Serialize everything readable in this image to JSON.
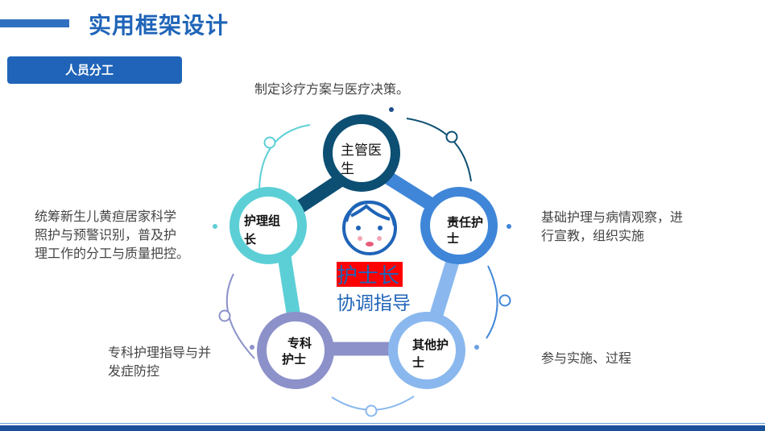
{
  "header": {
    "title": "实用框架设计"
  },
  "section": {
    "tab_label": "人员分工"
  },
  "center": {
    "title": "护士长",
    "subtitle": "协调指导"
  },
  "nodes": {
    "doctor": {
      "line1": "主管医",
      "line2": "生"
    },
    "leader": {
      "line1": "护理组",
      "line2": "长"
    },
    "duty": {
      "line1": "责任护",
      "line2": "士"
    },
    "special": {
      "line1": "专科",
      "line2": "护士"
    },
    "other": {
      "line1": "其他护",
      "line2": "士"
    }
  },
  "descriptions": {
    "doctor": "制定诊疗方案与医疗决策。",
    "leader": [
      "统筹新生儿黄疸居家科学",
      "照护与预警识别，普及护",
      "理工作的分工与质量把控。"
    ],
    "duty": [
      "基础护理与病情观察，进",
      "行宣教，组织实施"
    ],
    "special": [
      "专科护理指导与并",
      "发症防控"
    ],
    "other": "参与实施、过程"
  },
  "colors": {
    "brand": "#1f64b8",
    "doctor": "#0c4f73",
    "duty": "#3f86d8",
    "other": "#8ab8ee",
    "special": "#8c91c9",
    "leader": "#5ccfd6"
  },
  "icons": {
    "center": "nurse-face-icon"
  }
}
